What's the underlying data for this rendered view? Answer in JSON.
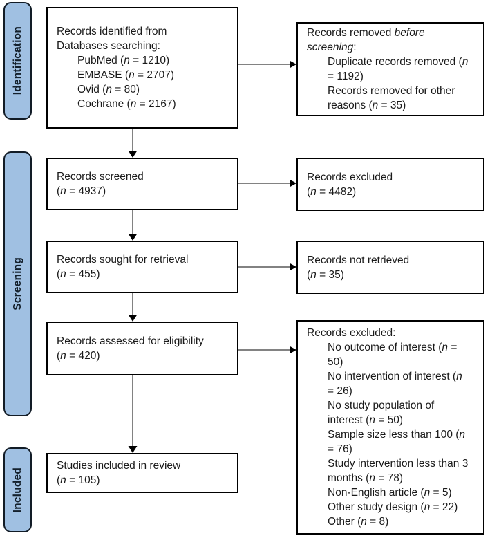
{
  "sidebar": {
    "identification": "Identification",
    "screening": "Screening",
    "included": "Included"
  },
  "colors": {
    "stage_fill": "#a0c0e2",
    "stage_border": "#121c26",
    "stage_text": "#14202c",
    "box_border": "#000000",
    "box_background": "#ffffff",
    "arrow_line": "#595959",
    "arrow_head": "#000000",
    "background": "#ffffff",
    "text": "#1a1a1a"
  },
  "boxes": {
    "identified": {
      "lines": [
        {
          "indent": 0,
          "parts": [
            {
              "text": "Records identified from"
            }
          ]
        },
        {
          "indent": 0,
          "parts": [
            {
              "text": "Databases searching:"
            }
          ]
        },
        {
          "indent": 1,
          "parts": [
            {
              "text": "PubMed ("
            },
            {
              "text": "n",
              "italic": true
            },
            {
              "text": " = 1210)"
            }
          ]
        },
        {
          "indent": 1,
          "parts": [
            {
              "text": "EMBASE ("
            },
            {
              "text": "n",
              "italic": true
            },
            {
              "text": " = 2707)"
            }
          ]
        },
        {
          "indent": 1,
          "parts": [
            {
              "text": "Ovid ("
            },
            {
              "text": "n",
              "italic": true
            },
            {
              "text": " = 80)"
            }
          ]
        },
        {
          "indent": 1,
          "parts": [
            {
              "text": "Cochrane ("
            },
            {
              "text": "n",
              "italic": true
            },
            {
              "text": " = 2167)"
            }
          ]
        }
      ]
    },
    "removed_before": {
      "lines": [
        {
          "indent": 0,
          "parts": [
            {
              "text": "Records removed "
            },
            {
              "text": "before",
              "italic": true
            }
          ]
        },
        {
          "indent": 0,
          "parts": [
            {
              "text": "screening",
              "italic": true
            },
            {
              "text": ":"
            }
          ]
        },
        {
          "indent": 1,
          "parts": [
            {
              "text": "Duplicate records removed ("
            },
            {
              "text": "n",
              "italic": true
            }
          ]
        },
        {
          "indent": 1,
          "parts": [
            {
              "text": "= 1192)"
            }
          ]
        },
        {
          "indent": 1,
          "parts": [
            {
              "text": "Records removed for other"
            }
          ]
        },
        {
          "indent": 1,
          "parts": [
            {
              "text": "reasons ("
            },
            {
              "text": "n",
              "italic": true
            },
            {
              "text": " = 35)"
            }
          ]
        }
      ]
    },
    "screened": {
      "lines": [
        {
          "indent": 0,
          "parts": [
            {
              "text": "Records screened"
            }
          ]
        },
        {
          "indent": 0,
          "parts": [
            {
              "text": "("
            },
            {
              "text": "n",
              "italic": true
            },
            {
              "text": " = 4937)"
            }
          ]
        }
      ]
    },
    "excluded_screening": {
      "lines": [
        {
          "indent": 0,
          "parts": [
            {
              "text": "Records excluded"
            }
          ]
        },
        {
          "indent": 0,
          "parts": [
            {
              "text": "("
            },
            {
              "text": "n",
              "italic": true
            },
            {
              "text": " = 4482)"
            }
          ]
        }
      ]
    },
    "sought": {
      "lines": [
        {
          "indent": 0,
          "parts": [
            {
              "text": "Records sought for retrieval"
            }
          ]
        },
        {
          "indent": 0,
          "parts": [
            {
              "text": "("
            },
            {
              "text": "n",
              "italic": true
            },
            {
              "text": " = 455)"
            }
          ]
        }
      ]
    },
    "not_retrieved": {
      "lines": [
        {
          "indent": 0,
          "parts": [
            {
              "text": "Records not retrieved"
            }
          ]
        },
        {
          "indent": 0,
          "parts": [
            {
              "text": "("
            },
            {
              "text": "n",
              "italic": true
            },
            {
              "text": " = 35)"
            }
          ]
        }
      ]
    },
    "assessed": {
      "lines": [
        {
          "indent": 0,
          "parts": [
            {
              "text": "Records assessed for eligibility"
            }
          ]
        },
        {
          "indent": 0,
          "parts": [
            {
              "text": "("
            },
            {
              "text": "n",
              "italic": true
            },
            {
              "text": " = 420)"
            }
          ]
        }
      ]
    },
    "excluded_eligibility": {
      "lines": [
        {
          "indent": 0,
          "parts": [
            {
              "text": "Records excluded:"
            }
          ]
        },
        {
          "indent": 1,
          "parts": [
            {
              "text": "No outcome of interest ("
            },
            {
              "text": "n",
              "italic": true
            },
            {
              "text": " ="
            }
          ]
        },
        {
          "indent": 1,
          "parts": [
            {
              "text": "50)"
            }
          ]
        },
        {
          "indent": 1,
          "parts": [
            {
              "text": "No intervention of interest ("
            },
            {
              "text": "n",
              "italic": true
            }
          ]
        },
        {
          "indent": 1,
          "parts": [
            {
              "text": "= 26)"
            }
          ]
        },
        {
          "indent": 1,
          "parts": [
            {
              "text": "No study population of"
            }
          ]
        },
        {
          "indent": 1,
          "parts": [
            {
              "text": "interest ("
            },
            {
              "text": "n",
              "italic": true
            },
            {
              "text": " = 50)"
            }
          ]
        },
        {
          "indent": 1,
          "parts": [
            {
              "text": "Sample size less than 100 ("
            },
            {
              "text": "n",
              "italic": true
            }
          ]
        },
        {
          "indent": 1,
          "parts": [
            {
              "text": "= 76)"
            }
          ]
        },
        {
          "indent": 1,
          "parts": [
            {
              "text": "Study intervention less than 3"
            }
          ]
        },
        {
          "indent": 1,
          "parts": [
            {
              "text": "months ("
            },
            {
              "text": "n",
              "italic": true
            },
            {
              "text": " = 78)"
            }
          ]
        },
        {
          "indent": 1,
          "parts": [
            {
              "text": "Non-English article ("
            },
            {
              "text": "n",
              "italic": true
            },
            {
              "text": " = 5)"
            }
          ]
        },
        {
          "indent": 1,
          "parts": [
            {
              "text": "Other study design ("
            },
            {
              "text": "n",
              "italic": true
            },
            {
              "text": " = 22)"
            }
          ]
        },
        {
          "indent": 1,
          "parts": [
            {
              "text": "Other ("
            },
            {
              "text": "n",
              "italic": true
            },
            {
              "text": " = 8)"
            }
          ]
        }
      ]
    },
    "included": {
      "lines": [
        {
          "indent": 0,
          "parts": [
            {
              "text": "Studies included in review"
            }
          ]
        },
        {
          "indent": 0,
          "parts": [
            {
              "text": "("
            },
            {
              "text": "n",
              "italic": true
            },
            {
              "text": " = 105)"
            }
          ]
        }
      ]
    }
  }
}
